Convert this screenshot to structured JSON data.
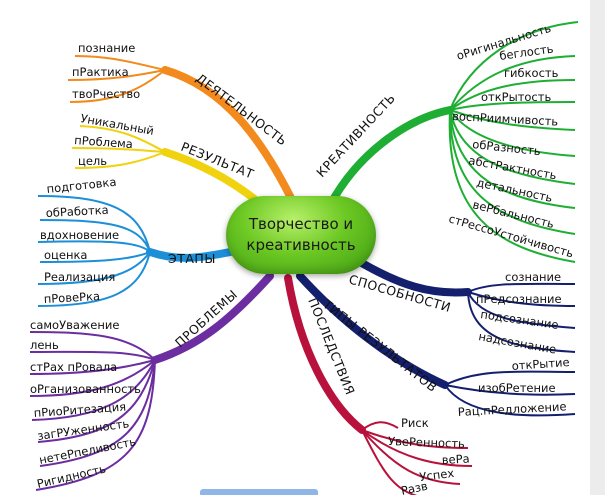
{
  "center": {
    "title": "Творчество и креативность"
  },
  "colors": {
    "orange": "#f28a1d",
    "yellow": "#f0d20e",
    "blue": "#1c8fd8",
    "purple": "#6b2da0",
    "crimson": "#b8123c",
    "navy": "#14206e",
    "green": "#1fae34"
  },
  "branches": {
    "deyatelnost": {
      "title": "ДЕЯТЕЛЬНОСТЬ",
      "items": [
        "познание",
        "пРактика",
        "твоРчество"
      ]
    },
    "rezultat": {
      "title": "РЕЗУЛЬТАТ",
      "items": [
        "Уникальный",
        "пРоблема",
        "цель"
      ]
    },
    "etapy": {
      "title": "ЭТАПЫ",
      "items": [
        "подготовка",
        "обРаботка",
        "вдохновение",
        "оценка",
        "Реализация",
        "пРовеРка"
      ]
    },
    "problemy": {
      "title": "ПРОБЛЕМЫ",
      "items": [
        "самоУважение",
        "лень",
        "стРах пРовала",
        "оРганизованность",
        "пРиоРитезация",
        "загРУженность",
        "нетеРпеливость",
        "Ригидность"
      ]
    },
    "kreativnost": {
      "title": "КРЕАТИВНОСТЬ",
      "items": [
        "оРигинальность",
        "беглость",
        "гибкость",
        "откРытость",
        "воспРиимчивость",
        "обРазность",
        "абстРактность",
        "детальность",
        "веРбальность",
        "стРессоУстойчивость"
      ]
    },
    "sposobnosti": {
      "title": "СПОСОБНОСТИ",
      "items": [
        "сознание",
        "пРедсознание",
        "подсознание",
        "надсознание"
      ]
    },
    "tipy": {
      "title": "ТИПЫ РЕЗУЛЬТАТОВ",
      "items": [
        "откРытие",
        "изобРетение",
        "Рац.пРедложение"
      ]
    },
    "posledstviya": {
      "title": "ПОСЛЕДСТВИЯ",
      "items": [
        "Риск",
        "УвеРенность",
        "веРа",
        "Успех",
        "Разв"
      ]
    }
  }
}
